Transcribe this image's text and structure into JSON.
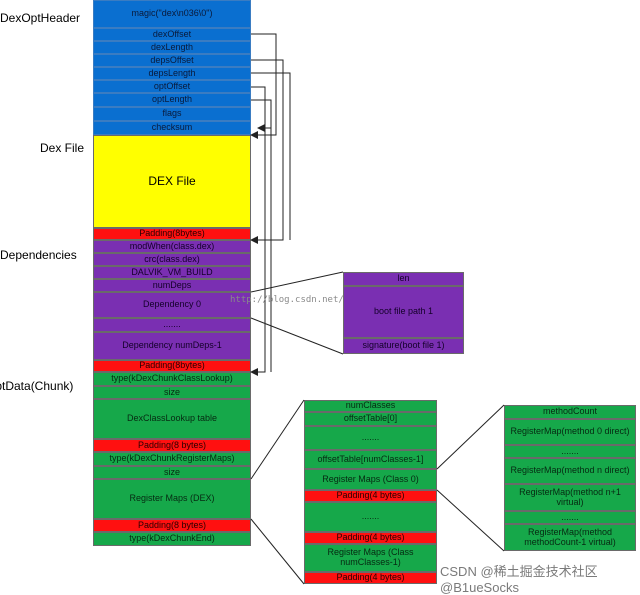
{
  "labels": {
    "dexoptheader": "DexOptHeader",
    "dexfile": "Dex File",
    "dependencies": "Dependencies",
    "optdata": "OptData(Chunk)"
  },
  "header": {
    "magic": "magic(\"dex\\n036\\0\")",
    "dexOffset": "dexOffset",
    "dexLength": "dexLength",
    "depsOffset": "depsOffset",
    "depsLength": "depsLength",
    "optOffset": "optOffset",
    "optLength": "optLength",
    "flags": "flags",
    "checksum": "checksum"
  },
  "dex": {
    "title": "DEX File",
    "padding": "Padding(8bytes)"
  },
  "deps": {
    "modWhen": "modWhen(class.dex)",
    "crc": "crc(class.dex)",
    "build": "DALVIK_VM_BUILD",
    "numDeps": "numDeps",
    "dep0": "Dependency 0",
    "dots": ".......",
    "depN": "Dependency numDeps-1",
    "padding": "Padding(8bytes)"
  },
  "optdata": {
    "type1": "type(kDexChunkClassLookup)",
    "size1": "size",
    "lookup": "DexClassLookup table",
    "padding1": "Padding(8 bytes)",
    "type2": "type(kDexChunkRegisterMaps)",
    "size2": "size",
    "regmaps": "Register Maps (DEX)",
    "padding2": "Padding(8 bytes)",
    "type3": "type(kDexChunkEnd)"
  },
  "depDetail": {
    "len": "len",
    "path": "boot file path 1",
    "sig": "signature(boot file 1)"
  },
  "regDex": {
    "numClasses": "numClasses",
    "offsetTable0": "offsetTable[0]",
    "dots1": ".......",
    "offsetTableN": "offsetTable[numClasses-1]",
    "regClass0": "Register Maps (Class 0)",
    "padding1": "Padding(4 bytes)",
    "dots2": ".......",
    "padding2": "Padding(4 bytes)",
    "regClassN": "Register Maps (Class numClasses-1)",
    "padding3": "Padding(4 bytes)"
  },
  "regClass": {
    "methodCount": "methodCount",
    "map0": "RegisterMap(method 0 direct)",
    "dots1": ".......",
    "mapN": "RegisterMap(method n direct)",
    "mapN1": "RegisterMap(method n+1 virtual)",
    "dots2": ".......",
    "mapLast": "RegisterMap(method methodCount-1 virtual)"
  },
  "watermarks": {
    "url": "http://blog.csdn.net/",
    "csdn": "CSDN @稀土掘金技术社区 @B1ueSocks"
  },
  "colors": {
    "blue": "#0a6fd0",
    "yellow": "#ffff00",
    "red": "#ff1010",
    "purple": "#7a2fb2",
    "green": "#16a84a"
  }
}
